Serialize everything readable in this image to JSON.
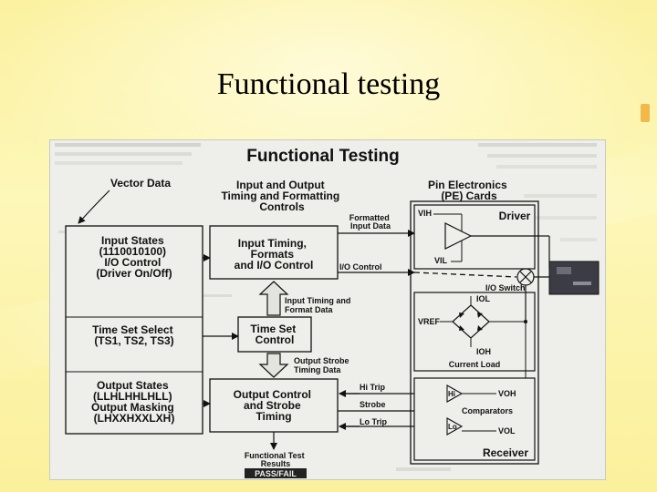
{
  "slide": {
    "title": "Functional testing"
  },
  "figure": {
    "title": "Functional Testing",
    "vector_data": "Vector Data",
    "top_heading": [
      "Input and Output",
      "Timing and Formatting",
      "Controls"
    ],
    "pe_heading": [
      "Pin Electronics",
      "(PE) Cards"
    ],
    "left_block": {
      "input_states": [
        "Input States",
        "(1110010100)",
        "I/O Control",
        "(Driver On/Off)"
      ],
      "time_set": [
        "Time Set Select",
        "(TS1, TS2, TS3)"
      ],
      "output_states": [
        "Output States",
        "(LLHLHHLHLL)",
        "Output Masking",
        "(LHXXHXXLXH)"
      ]
    },
    "blocks": {
      "input_timing": [
        "Input Timing,",
        "Formats",
        "and I/O Control"
      ],
      "time_set_control": [
        "Time Set",
        "Control"
      ],
      "output_control": [
        "Output Control",
        "and Strobe",
        "Timing"
      ]
    },
    "signals": {
      "formatted_input": [
        "Formatted",
        "Input Data"
      ],
      "io_control": "I/O Control",
      "input_timing_data": [
        "Input Timing and",
        "Format Data"
      ],
      "output_strobe": [
        "Output Strobe",
        "Timing Data"
      ],
      "hi_trip": "Hi Trip",
      "strobe": "Strobe",
      "lo_trip": "Lo Trip"
    },
    "pe": {
      "driver": "Driver",
      "vih": "VIH",
      "vil": "VIL",
      "io_switch": "I/O Switch",
      "iol": "IOL",
      "vref": "VREF",
      "ioh": "IOH",
      "current_load": "Current Load",
      "hi": "Hi",
      "lo": "Lo",
      "voh": "VOH",
      "vol": "VOL",
      "comparators": "Comparators",
      "receiver": "Receiver"
    },
    "results": [
      "Functional Test",
      "Results"
    ],
    "pass_fail": "PASS/FAIL"
  }
}
